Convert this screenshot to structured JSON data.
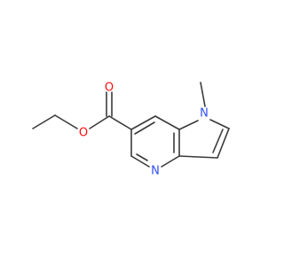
{
  "molecule": {
    "atoms": {
      "ether_oxygen": {
        "symbol": "O",
        "color": "#ff0d0d"
      },
      "carbonyl_oxygen": {
        "symbol": "O",
        "color": "#ff0d0d"
      },
      "pyrrole_nitrogen": {
        "symbol": "N",
        "color": "#3050f8"
      },
      "pyridine_nitrogen": {
        "symbol": "N",
        "color": "#3050f8"
      }
    },
    "bond_color": "#3a3a3a"
  }
}
